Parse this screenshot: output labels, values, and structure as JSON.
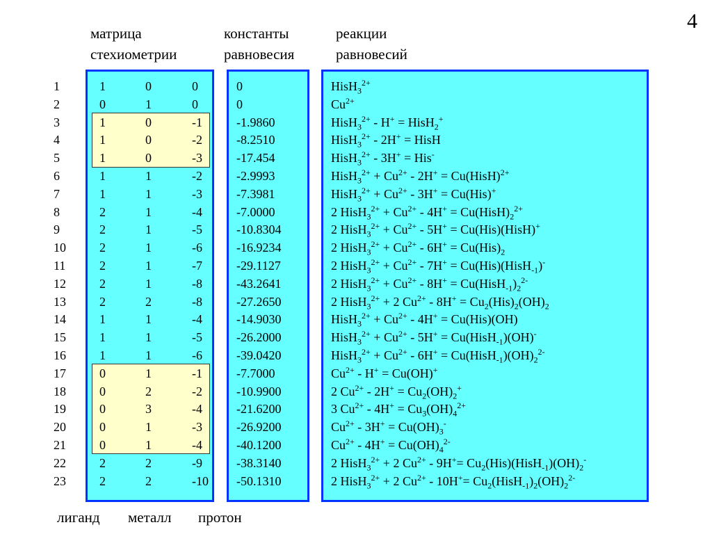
{
  "page_number": "4",
  "headers": {
    "matrix": [
      "матрица",
      "стехиометрии"
    ],
    "constants": [
      "константы",
      "равновесия"
    ],
    "reactions": [
      "реакции",
      "равновесий"
    ]
  },
  "footer": [
    "лиганд",
    "металл",
    "протон"
  ],
  "colors": {
    "panel_fill": "#66ffff",
    "panel_border": "#0033ff",
    "highlight_fill": "#ffffcc"
  },
  "rows": [
    {
      "n": "1",
      "l": "1",
      "m": "0",
      "p": "0",
      "k": "0",
      "r": "HisH<sub>3</sub><sup>2+</sup>"
    },
    {
      "n": "2",
      "l": "0",
      "m": "1",
      "p": "0",
      "k": "0",
      "r": "Cu<sup>2+</sup>"
    },
    {
      "n": "3",
      "l": "1",
      "m": "0",
      "p": "-1",
      "k": "-1.9860",
      "r": "HisH<sub>3</sub><sup>2+</sup> - H<sup>+</sup> = HisH<sub>2</sub><sup>+</sup>"
    },
    {
      "n": "4",
      "l": "1",
      "m": "0",
      "p": "-2",
      "k": "-8.2510",
      "r": "HisH<sub>3</sub><sup>2+</sup> - 2H<sup>+</sup> = HisH"
    },
    {
      "n": "5",
      "l": "1",
      "m": "0",
      "p": "-3",
      "k": "-17.454",
      "r": "HisH<sub>3</sub><sup>2+</sup> - 3H<sup>+</sup> = His<sup>-</sup>"
    },
    {
      "n": "6",
      "l": "1",
      "m": "1",
      "p": "-2",
      "k": "-2.9993",
      "r": "HisH<sub>3</sub><sup>2+</sup> + Cu<sup>2+</sup> - 2H<sup>+</sup> = Cu(HisH)<sup>2+</sup>"
    },
    {
      "n": "7",
      "l": "1",
      "m": "1",
      "p": "-3",
      "k": "-7.3981",
      "r": "HisH<sub>3</sub><sup>2+</sup> + Cu<sup>2+</sup> - 3H<sup>+</sup> = Cu(His)<sup>+</sup>"
    },
    {
      "n": "8",
      "l": "2",
      "m": "1",
      "p": "-4",
      "k": "-7.0000",
      "r": "2 HisH<sub>3</sub><sup>2+</sup> + Cu<sup>2+</sup> - 4H<sup>+</sup> = Cu(HisH)<sub>2</sub><sup>2+</sup>"
    },
    {
      "n": "9",
      "l": "2",
      "m": "1",
      "p": "-5",
      "k": "-10.8304",
      "r": "2 HisH<sub>3</sub><sup>2+</sup> + Cu<sup>2+</sup> - 5H<sup>+</sup> = Cu(His)(HisH)<sup>+</sup>"
    },
    {
      "n": "10",
      "l": "2",
      "m": "1",
      "p": "-6",
      "k": "-16.9234",
      "r": "2 HisH<sub>3</sub><sup>2+</sup> + Cu<sup>2+</sup> - 6H<sup>+</sup> = Cu(His)<sub>2</sub>"
    },
    {
      "n": "11",
      "l": "2",
      "m": "1",
      "p": "-7",
      "k": "-29.1127",
      "r": "2 HisH<sub>3</sub><sup>2+</sup> + Cu<sup>2+</sup> - 7H<sup>+</sup> = Cu(His)(HisH<sub>-1</sub>)<sup>-</sup>"
    },
    {
      "n": "12",
      "l": "2",
      "m": "1",
      "p": "-8",
      "k": "-43.2641",
      "r": "2 HisH<sub>3</sub><sup>2+</sup> + Cu<sup>2+</sup> - 8H<sup>+</sup> = Cu(HisH<sub>-1</sub>)<sub>2</sub><sup>2-</sup>"
    },
    {
      "n": "13",
      "l": "2",
      "m": "2",
      "p": "-8",
      "k": "-27.2650",
      "r": "2 HisH<sub>3</sub><sup>2+</sup> + 2 Cu<sup>2+</sup> - 8H<sup>+</sup> = Cu<sub>2</sub>(His)<sub>2</sub>(OH)<sub>2</sub>"
    },
    {
      "n": "14",
      "l": "1",
      "m": "1",
      "p": "-4",
      "k": "-14.9030",
      "r": "HisH<sub>3</sub><sup>2+</sup> + Cu<sup>2+</sup> - 4H<sup>+</sup> = Cu(His)(OH)"
    },
    {
      "n": "15",
      "l": "1",
      "m": "1",
      "p": "-5",
      "k": "-26.2000",
      "r": "HisH<sub>3</sub><sup>2+</sup> + Cu<sup>2+</sup> - 5H<sup>+</sup> = Cu(HisH<sub>-1</sub>)(OH)<sup>-</sup>"
    },
    {
      "n": "16",
      "l": "1",
      "m": "1",
      "p": "-6",
      "k": "-39.0420",
      "r": "HisH<sub>3</sub><sup>2+</sup> + Cu<sup>2+</sup> - 6H<sup>+</sup> = Cu(HisH<sub>-1</sub>)(OH)<sub>2</sub><sup>2-</sup>"
    },
    {
      "n": "17",
      "l": "0",
      "m": "1",
      "p": "-1",
      "k": "-7.7000",
      "r": "Cu<sup>2+</sup> - H<sup>+</sup> = Cu(OH)<sup>+</sup>"
    },
    {
      "n": "18",
      "l": "0",
      "m": "2",
      "p": "-2",
      "k": "-10.9900",
      "r": "2 Cu<sup>2+</sup> - 2H<sup>+</sup> = Cu<sub>2</sub>(OH)<sub>2</sub><sup>+</sup>"
    },
    {
      "n": "19",
      "l": "0",
      "m": "3",
      "p": "-4",
      "k": "-21.6200",
      "r": "3 Cu<sup>2+</sup> - 4H<sup>+</sup> = Cu<sub>3</sub>(OH)<sub>4</sub><sup>2+</sup>"
    },
    {
      "n": "20",
      "l": "0",
      "m": "1",
      "p": "-3",
      "k": "-26.9200",
      "r": "Cu<sup>2+</sup> - 3H<sup>+</sup> = Cu(OH)<sub>3</sub><sup>-</sup>"
    },
    {
      "n": "21",
      "l": "0",
      "m": "1",
      "p": "-4",
      "k": "-40.1200",
      "r": "Cu<sup>2+</sup> - 4H<sup>+</sup> = Cu(OH)<sub>4</sub><sup>2-</sup>"
    },
    {
      "n": "22",
      "l": "2",
      "m": "2",
      "p": "-9",
      "k": "-38.3140",
      "r": "2 HisH<sub>3</sub><sup>2+</sup> + 2 Cu<sup>2+</sup> - 9H<sup>+</sup>= Cu<sub>2</sub>(His)(HisH<sub>-1</sub>)(OH)<sub>2</sub><sup>-</sup>"
    },
    {
      "n": "23",
      "l": "2",
      "m": "2",
      "p": "-10",
      "k": "-50.1310",
      "r": "2 HisH<sub>3</sub><sup>2+</sup> + 2 Cu<sup>2+</sup> - 10H<sup>+</sup>= Cu<sub>2</sub>(HisH<sub>-1</sub>)<sub>2</sub>(OH)<sub>2</sub><sup>2-</sup>"
    }
  ]
}
